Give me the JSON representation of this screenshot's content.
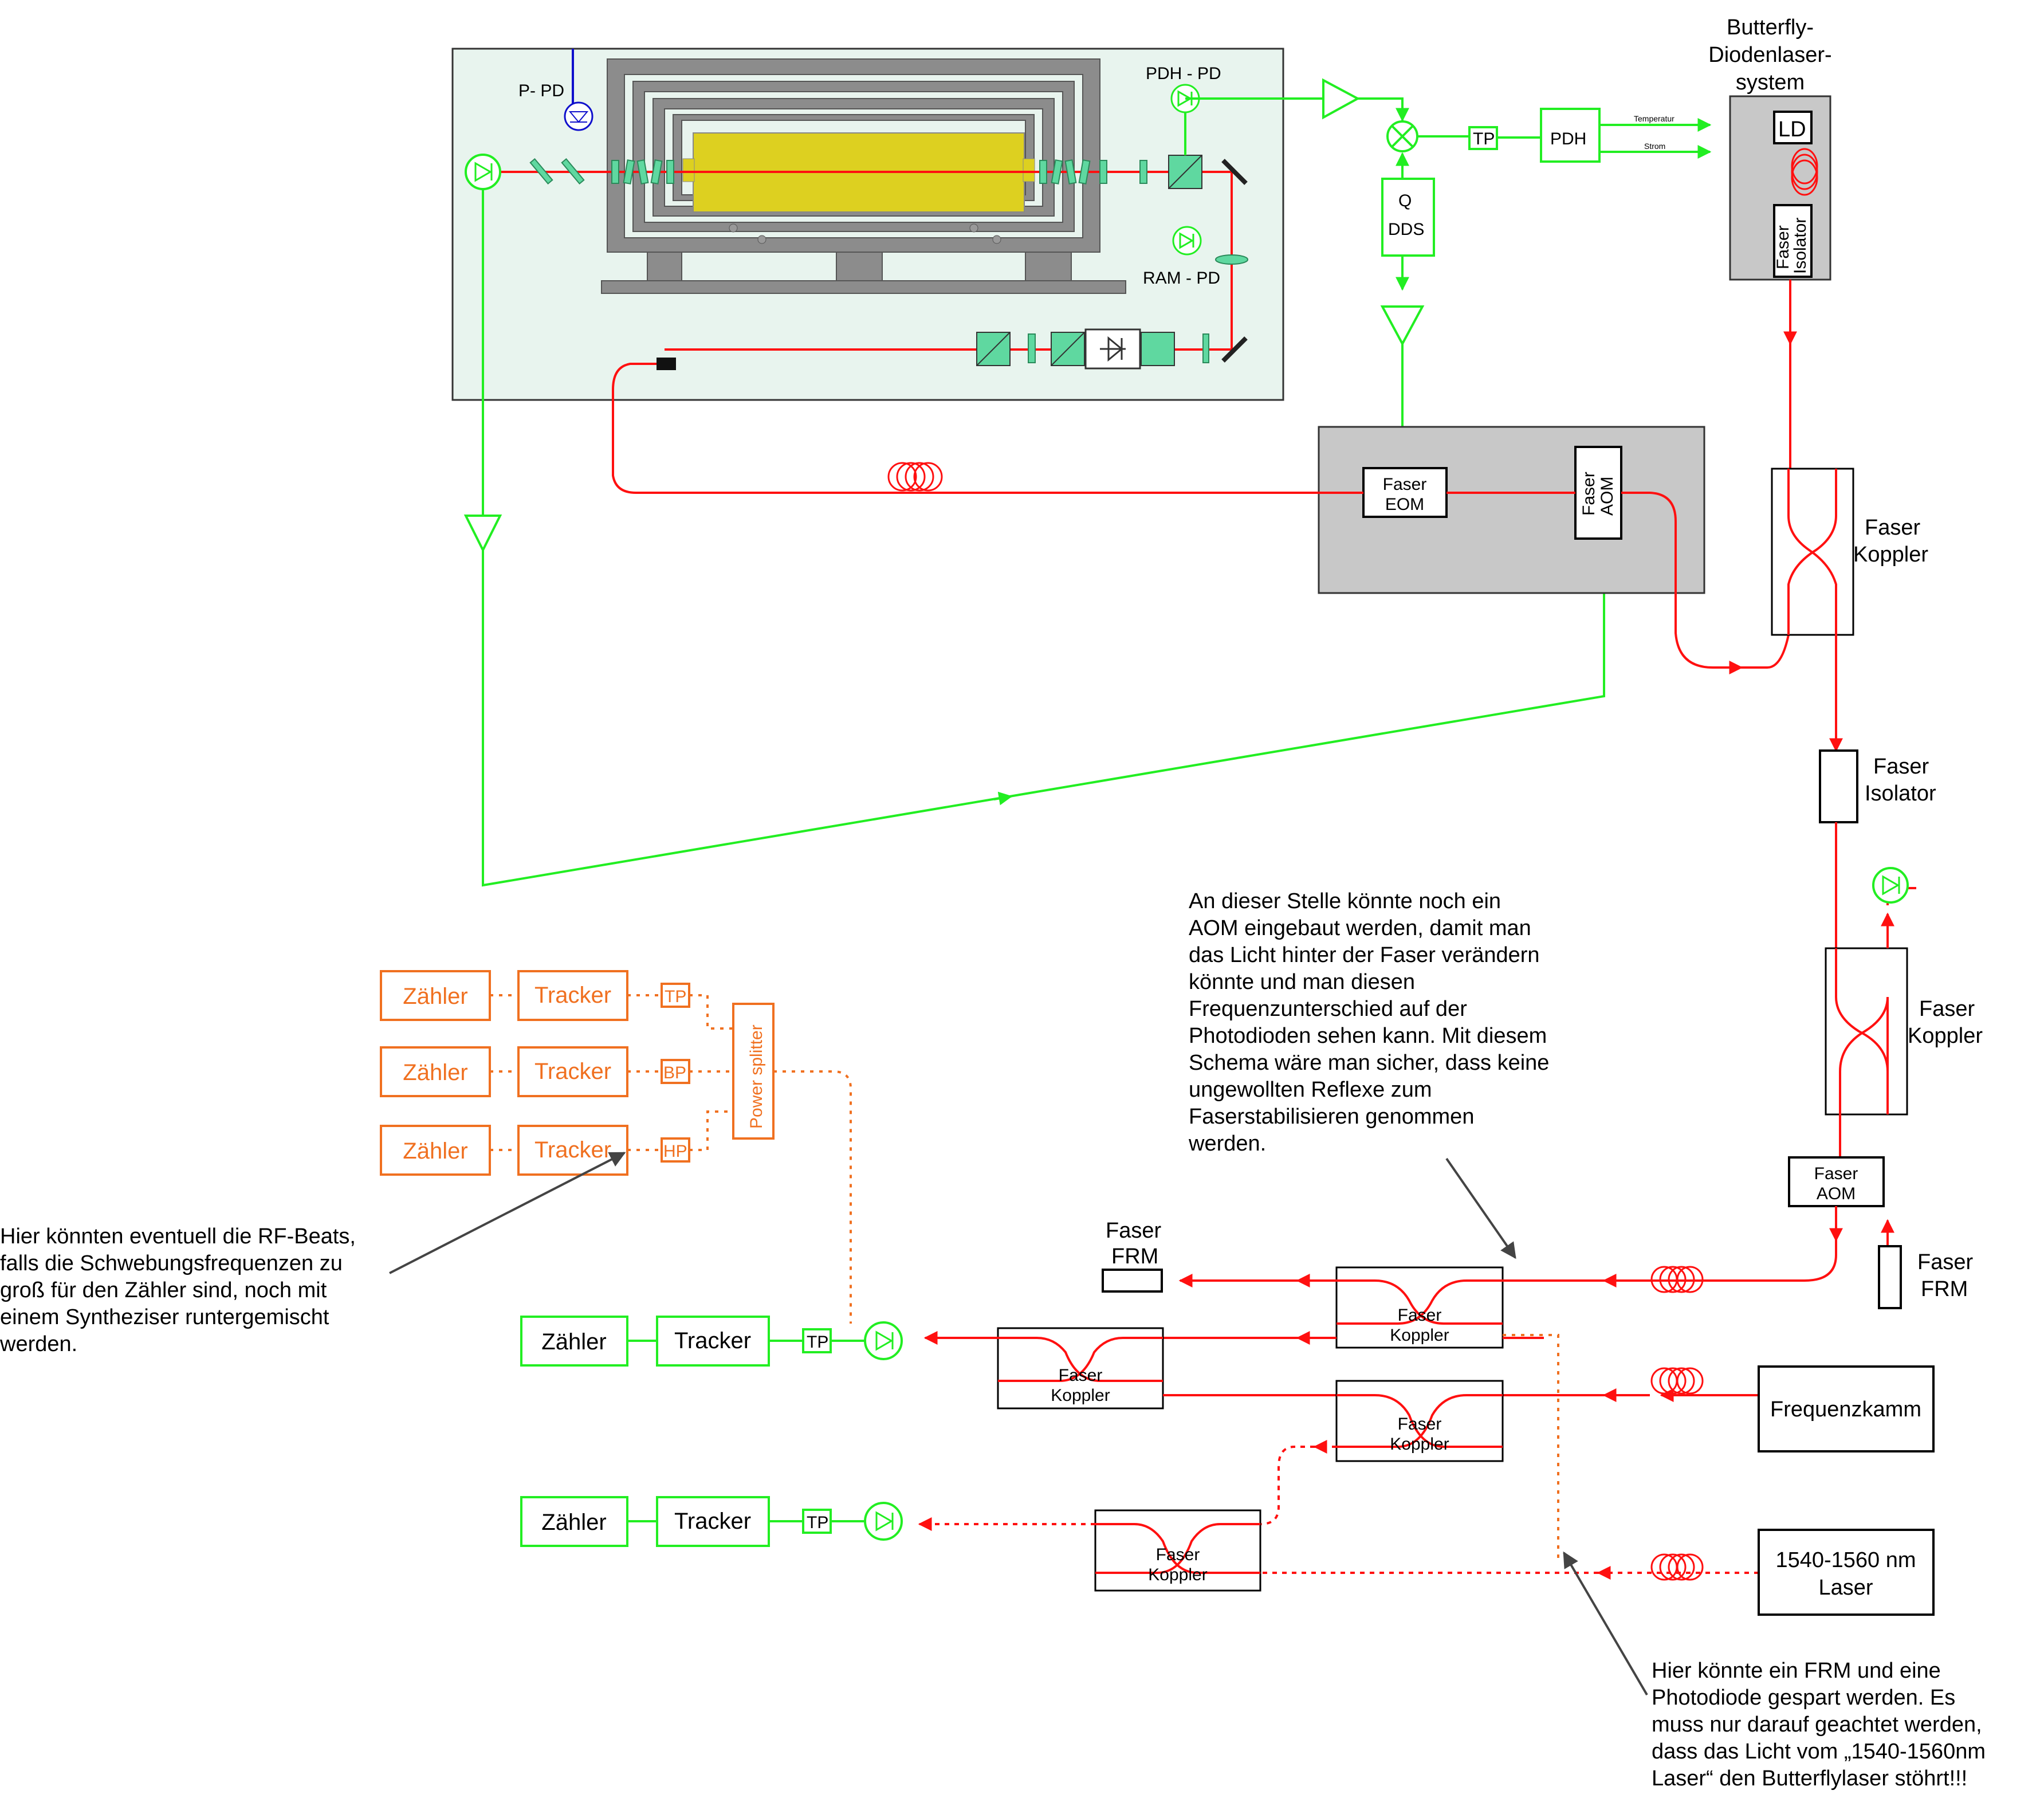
{
  "cavity": {
    "p_pd": "P- PD",
    "pdh_pd": "PDH - PD",
    "ram_pd": "RAM - PD"
  },
  "laser_system": {
    "title_lines": [
      "Butterfly-",
      "Diodenlaser-",
      "system"
    ],
    "ld": "LD",
    "isolator_lines": [
      "Faser",
      "Isolator"
    ],
    "temperatur": "Temperatur",
    "strom": "Strom"
  },
  "control": {
    "tp": "TP",
    "pdh": "PDH",
    "q": "Q",
    "dds": "DDS"
  },
  "modulator": {
    "eom_lines": [
      "Faser",
      "EOM"
    ],
    "aom_lines": [
      "Faser",
      "AOM"
    ]
  },
  "right_chain": {
    "koppler1_lines": [
      "Faser",
      "Koppler"
    ],
    "isolator_lines": [
      "Faser",
      "Isolator"
    ],
    "koppler2_lines": [
      "Faser",
      "Koppler"
    ],
    "aom_lines": [
      "Faser",
      "AOM"
    ],
    "frm_lines": [
      "Faser",
      "FRM"
    ]
  },
  "fiber_network": {
    "frm_lines": [
      "Faser",
      "FRM"
    ],
    "couplers": [
      {
        "lines": [
          "Faser",
          "Koppler"
        ]
      },
      {
        "lines": [
          "Faser",
          "Koppler"
        ]
      },
      {
        "lines": [
          "Faser",
          "Koppler"
        ]
      },
      {
        "lines": [
          "Faser",
          "Koppler"
        ]
      }
    ],
    "frequenzkamm": "Frequenzkamm",
    "laser_lines": [
      "1540-1560 nm",
      "Laser"
    ]
  },
  "orange_chain": {
    "rows": [
      {
        "counter": "Zähler",
        "tracker": "Tracker",
        "filter": "TP"
      },
      {
        "counter": "Zähler",
        "tracker": "Tracker",
        "filter": "BP"
      },
      {
        "counter": "Zähler",
        "tracker": "Tracker",
        "filter": "HP"
      }
    ],
    "splitter": "Power splitter"
  },
  "green_chain": {
    "rows": [
      {
        "counter": "Zähler",
        "tracker": "Tracker",
        "filter": "TP"
      },
      {
        "counter": "Zähler",
        "tracker": "Tracker",
        "filter": "TP"
      }
    ]
  },
  "notes": {
    "aom_note": [
      "An dieser Stelle könnte noch ein",
      "AOM eingebaut werden, damit man",
      "das Licht hinter der Faser verändern",
      "könnte und man diesen",
      "Frequenzunterschied auf der",
      "Photodioden sehen kann. Mit diesem",
      "Schema wäre man sicher, dass keine",
      "ungewollten Reflexe zum",
      "Faserstabilisieren genommen",
      "werden."
    ],
    "rf_note": [
      "Hier könnten eventuell die RF-Beats,",
      "falls die Schwebungsfrequenzen zu",
      "groß für den Zähler sind, noch mit",
      "einem Syntheziser  runtergemischt",
      "werden."
    ],
    "frm_note": [
      "Hier könnte ein FRM und eine",
      "Photodiode gespart werden. Es",
      "muss nur darauf geachtet werden,",
      "dass das Licht vom „1540-1560nm",
      "Laser“ den Butterflylaser stöhrt!!!"
    ]
  },
  "colors": {
    "laser": "#ff1010",
    "signal": "#22ee22",
    "rf": "#f07020",
    "panel": "#c8c8c8",
    "cavity_bg": "#e8f4ee",
    "spacer": "#ddd020"
  }
}
